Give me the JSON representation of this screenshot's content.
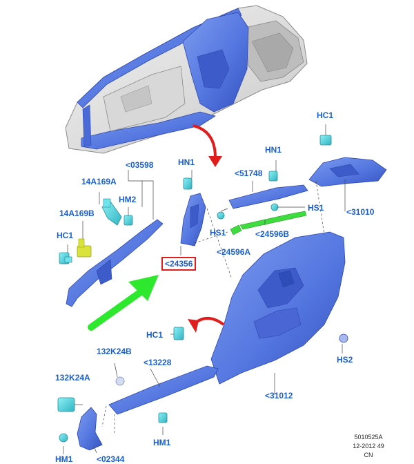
{
  "diagram": {
    "labels": {
      "l03598": "<03598",
      "l14A169A": "14A169A",
      "lHM2": "HM2",
      "l14A169B": "14A169B",
      "lHC1_left": "HC1",
      "lHN1_mid": "HN1",
      "lHN1_top": "HN1",
      "l51748": "<51748",
      "lHC1_right": "HC1",
      "lHS1_right": "HS1",
      "l31010": "<31010",
      "lHS1_mid": "HS1",
      "l24596B": "<24596B",
      "l24596A": "<24596A",
      "l24356": "<24356",
      "lHC1_lower": "HC1",
      "lHS2": "HS2",
      "l132K24B": "132K24B",
      "l13228": "<13228",
      "l132K24A": "132K24A",
      "l31012": "<31012",
      "lHM1_mid": "HM1",
      "lHM1_left": "HM1",
      "l02344": "<02344"
    },
    "footer": {
      "code": "5010525A",
      "date": "12-2012 49",
      "region": "CN"
    },
    "colors": {
      "panel": "#5b7fe3",
      "panel_dark": "#3a5cc8",
      "clip": "#52d4dc",
      "label": "#1a5fd0",
      "arrow_red": "#e11c1c",
      "arrow_green": "#2ee82e",
      "highlight_box": "#e11c1c"
    }
  }
}
